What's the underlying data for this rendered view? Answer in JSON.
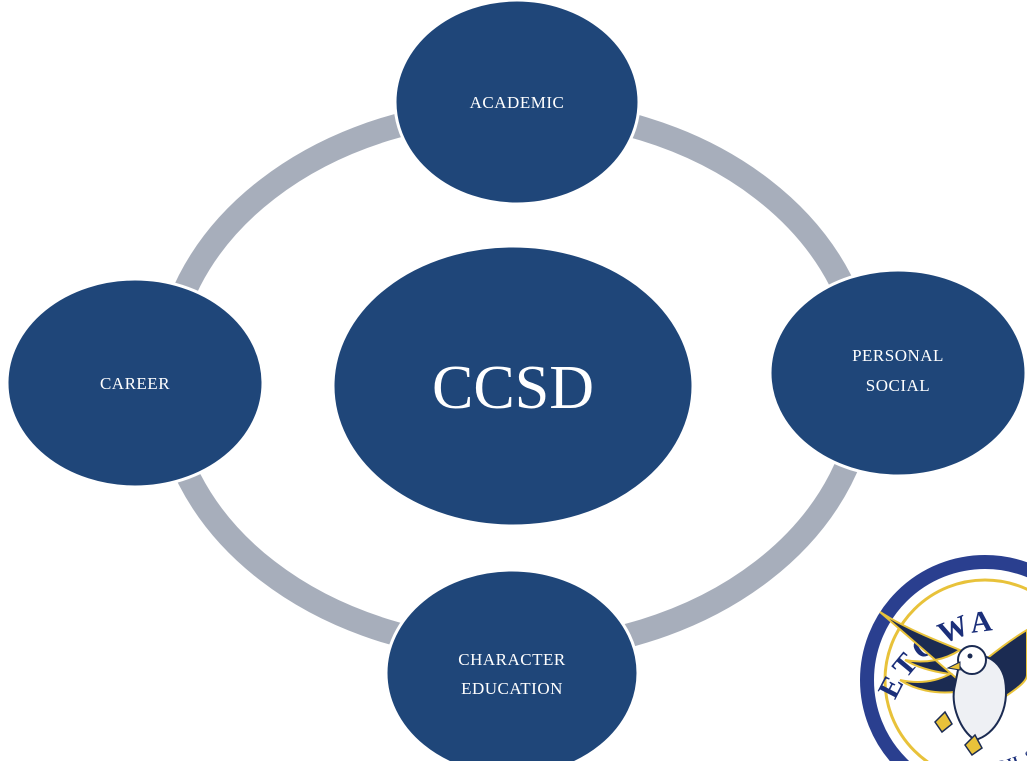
{
  "diagram": {
    "center": {
      "label": "CCSD"
    },
    "nodes": {
      "top": {
        "label": "ACADEMIC"
      },
      "right": {
        "line1": "PERSONAL",
        "line2": "SOCIAL"
      },
      "bottom": {
        "line1": "CHARACTER",
        "line2": "EDUCATION"
      },
      "left": {
        "label": "CAREER"
      }
    }
  },
  "logo": {
    "arc_top": "ETOWA",
    "arc_bottom": "HIGH S",
    "icon": "eagle-icon"
  },
  "colors": {
    "node_fill": "#1f4679",
    "node_stroke": "#ffffff",
    "ring": "#a7aebb",
    "background": "#ffffff",
    "logo_ring": "#2a3f8f",
    "logo_gold": "#e8c23a"
  }
}
